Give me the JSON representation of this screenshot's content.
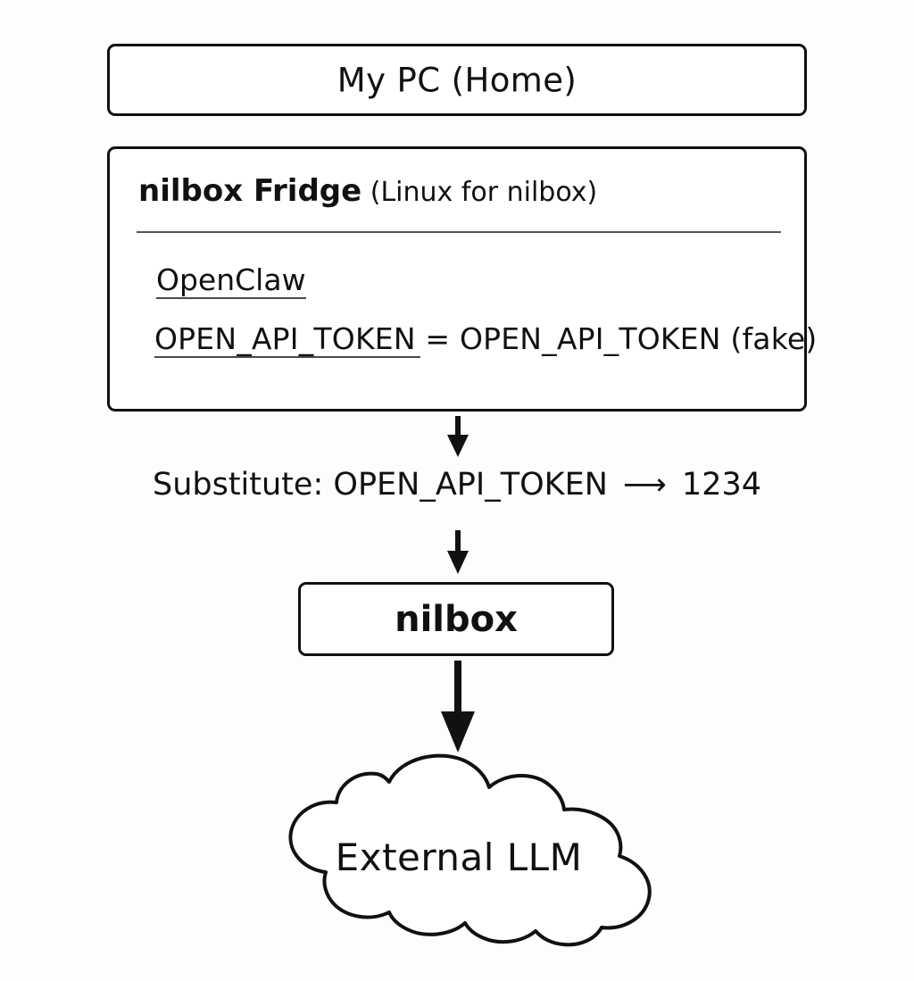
{
  "diagram": {
    "title": "nilbox token substitution flow",
    "background_color": "#fdfdfd",
    "stroke_color": "#111111",
    "nodes": {
      "my_pc": {
        "label": "My PC (Home)",
        "shape": "rounded-rectangle"
      },
      "fridge": {
        "header_strong": "nilbox Fridge",
        "header_light": "(Linux for nilbox)",
        "shape": "rounded-rectangle",
        "items": [
          {
            "label": "OpenClaw",
            "underlined": true
          },
          {
            "key": "OPEN_API_TOKEN",
            "separator": " = ",
            "value": "OPEN_API_TOKEN",
            "note": "(fake)",
            "full": "OPEN_API_TOKEN = OPEN_API_TOKEN (fake)",
            "underlined_part": "OPEN_API_TOKEN"
          }
        ]
      },
      "substitute": {
        "prefix": "Substitute:",
        "from": "OPEN_API_TOKEN",
        "arrow": "⟶",
        "to": "1234",
        "full": "Substitute: OPEN_API_TOKEN ⟶ 1234"
      },
      "nilbox": {
        "label": "nilbox",
        "shape": "rounded-rectangle"
      },
      "external_llm": {
        "label": "External LLM",
        "shape": "cloud"
      }
    },
    "edges": [
      {
        "name": "fridge-to-substitute",
        "from": "fridge",
        "to": "substitute",
        "style": "solid-arrow-down"
      },
      {
        "name": "substitute-to-nilbox",
        "from": "substitute",
        "to": "nilbox",
        "style": "solid-arrow-down"
      },
      {
        "name": "nilbox-to-cloud",
        "from": "nilbox",
        "to": "external_llm",
        "style": "solid-arrow-down-thick"
      }
    ]
  }
}
